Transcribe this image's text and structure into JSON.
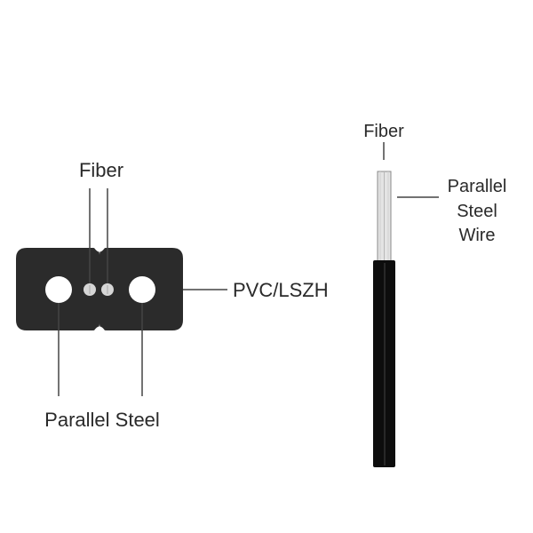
{
  "cross_section": {
    "fiber_label": "Fiber",
    "sheath_label": "PVC/LSZH",
    "strength_member_label": "Parallel Steel"
  },
  "side_view": {
    "fiber_label": "Fiber",
    "strength_member_label_lines": [
      "Parallel",
      "Steel",
      "Wire"
    ]
  },
  "colors": {
    "jacket": "#2b2b2b",
    "leader_line": "#444444",
    "steel_hole": "#ffffff",
    "fiber_core": "#d6d6d6",
    "side_jacket": "#0d0d0d"
  }
}
